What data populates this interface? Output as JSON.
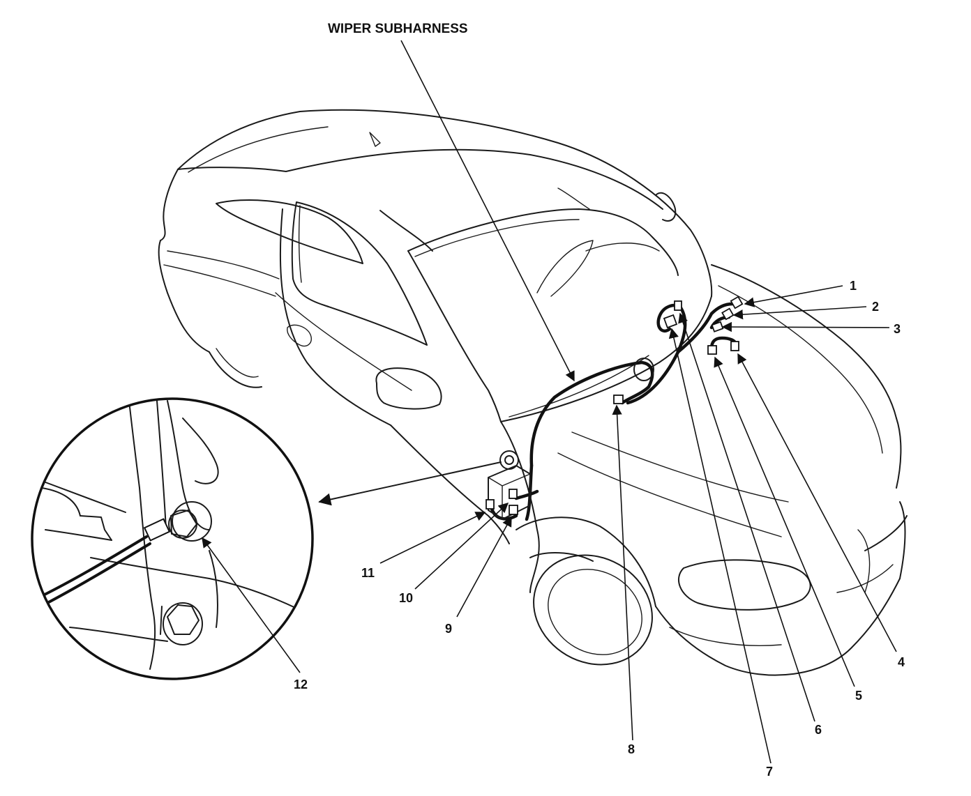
{
  "diagram": {
    "title": "WIPER SUBHARNESS",
    "callouts": [
      "1",
      "2",
      "3",
      "4",
      "5",
      "6",
      "7",
      "8",
      "9",
      "10",
      "11",
      "12"
    ]
  }
}
